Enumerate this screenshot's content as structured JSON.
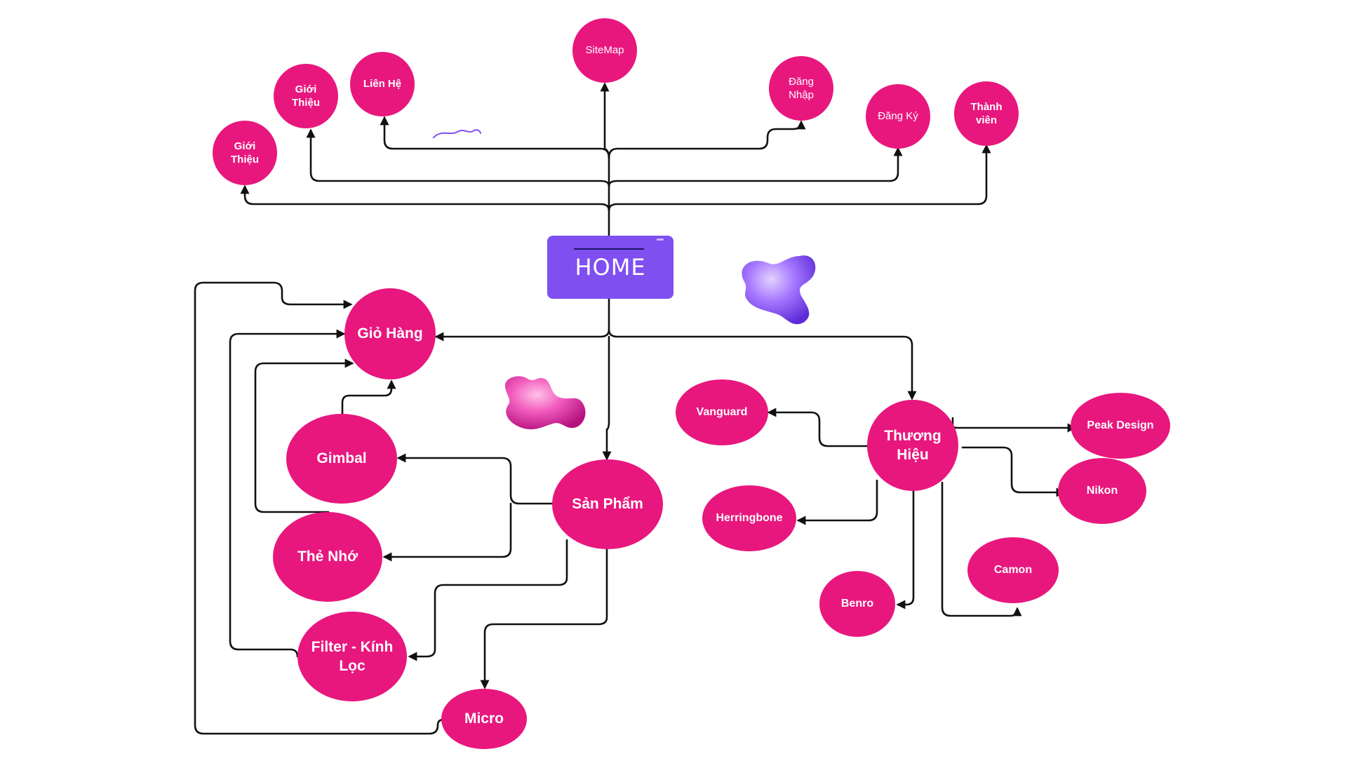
{
  "colors": {
    "node": "#e8177e",
    "home": "#7f4ff0",
    "edge": "#111111",
    "scribble": "#7f4ff0"
  },
  "home": {
    "label": "HOME"
  },
  "nodes": {
    "gioi_thieu_1": "Giới\nThiệu",
    "gioi_thieu_2": "Giới\nThiệu",
    "lien_he": "Liên Hệ",
    "sitemap": "SiteMap",
    "dang_nhap": "Đăng\nNhập",
    "dang_ky": "Đăng Ký",
    "thanh_vien": "Thành\nviên",
    "gio_hang": "Giỏ Hàng",
    "gimbal": "Gimbal",
    "the_nho": "Thẻ Nhớ",
    "filter": "Filter - Kính\nLọc",
    "micro": "Micro",
    "san_pham": "Sản Phẩm",
    "thuong_hieu": "Thương\nHiệu",
    "vanguard": "Vanguard",
    "herringbone": "Herringbone",
    "benro": "Benro",
    "camon": "Camon",
    "nikon": "Nikon",
    "peak_design": "Peak Design"
  },
  "decorations": {
    "blobs": [
      "purple-3d-blob",
      "pink-3d-blob"
    ],
    "scribble": "purple-scribble"
  }
}
